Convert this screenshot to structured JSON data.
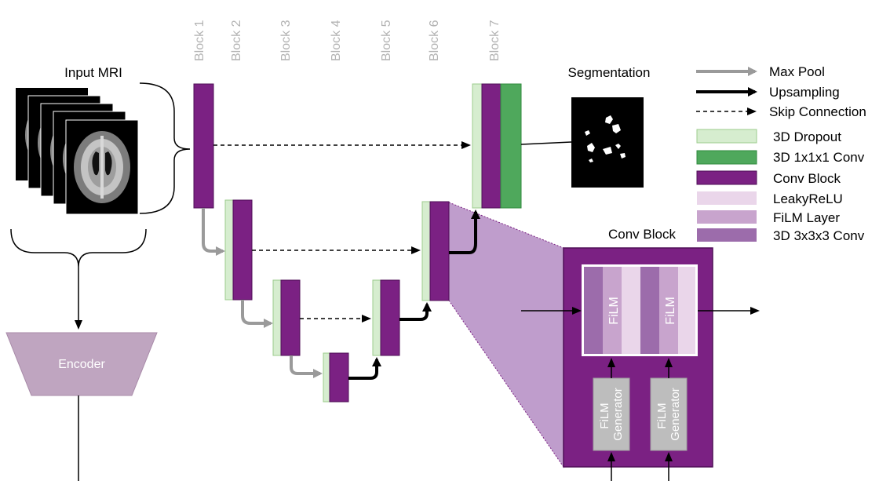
{
  "labels": {
    "input_mri": "Input MRI",
    "segmentation": "Segmentation",
    "encoder": "Encoder",
    "conv_block_title": "Conv Block"
  },
  "blocks": [
    "Block 1",
    "Block 2",
    "Block 3",
    "Block 4",
    "Block 5",
    "Block 6",
    "Block 7"
  ],
  "legend": {
    "arrows": [
      {
        "label": "Max Pool",
        "style": "max-pool"
      },
      {
        "label": "Upsampling",
        "style": "upsampling"
      },
      {
        "label": "Skip Connection",
        "style": "skip"
      }
    ],
    "swatches": [
      {
        "label": "3D Dropout",
        "color": "#d6edcf",
        "border": "#9ccc8c"
      },
      {
        "label": "3D 1x1x1 Conv",
        "color": "#4fa85c",
        "border": "#2f8a3c"
      },
      {
        "label": "Conv Block",
        "color": "#7b2183",
        "border": "#4f0f57"
      },
      {
        "label": "LeakyReLU",
        "color": "#ead6ea",
        "border": "#ead6ea"
      },
      {
        "label": "FiLM Layer",
        "color": "#c8a4cd",
        "border": "#c8a4cd"
      },
      {
        "label": "3D 3x3x3 Conv",
        "color": "#9c6cab",
        "border": "#9c6cab"
      }
    ]
  },
  "detail": {
    "film_label": "FiLM",
    "film_generator": [
      "FiLM",
      "Generator"
    ]
  },
  "colors": {
    "conv_block": "#7b2183",
    "dropout": "#d6edcf",
    "conv1x1": "#4fa85c",
    "leaky_relu": "#ead6ea",
    "film_layer": "#c8a4cd",
    "conv3x3": "#9c6cab",
    "encoder": "#bfa5c0",
    "zoom_region": "#bf9dcc",
    "block_label": "#b3b3b3",
    "generator": "#bdbdbd"
  }
}
